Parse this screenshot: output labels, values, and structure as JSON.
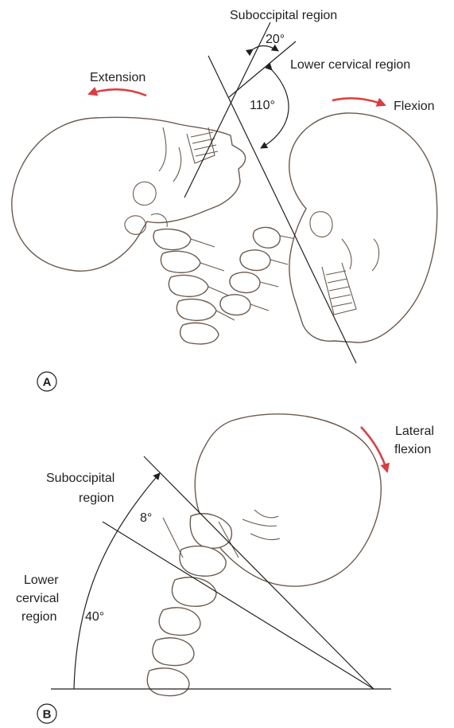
{
  "panel_a": {
    "letter": "A",
    "labels": {
      "suboccipital_region": "Suboccipital region",
      "lower_cervical_region": "Lower cervical region",
      "angle_small": "20°",
      "angle_large": "110°",
      "extension": "Extension",
      "flexion": "Flexion"
    }
  },
  "panel_b": {
    "letter": "B",
    "labels": {
      "lateral_flexion_line1": "Lateral",
      "lateral_flexion_line2": "flexion",
      "suboccipital_line1": "Suboccipital",
      "suboccipital_line2": "region",
      "lower_cervical_line1": "Lower",
      "lower_cervical_line2": "cervical",
      "lower_cervical_line3": "region",
      "angle_small": "8°",
      "angle_large": "40°"
    }
  },
  "colors": {
    "arrow": "#e03a3e",
    "bone_outline": "#6b5a4e",
    "text": "#231f20"
  }
}
